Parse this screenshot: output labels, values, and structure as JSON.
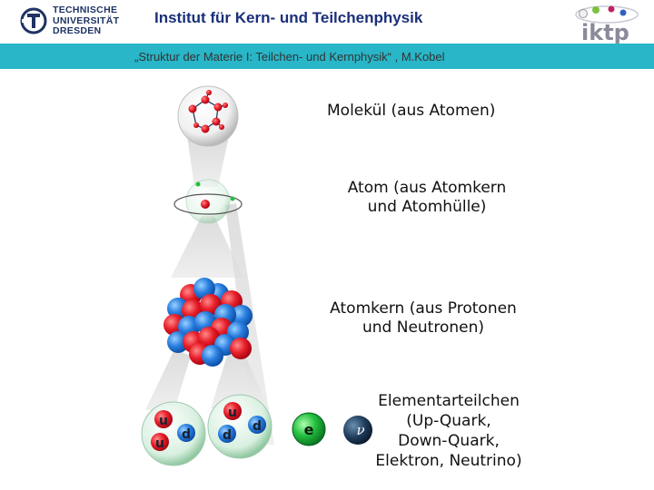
{
  "header": {
    "logo_lines": [
      "TECHNISCHE",
      "UNIVERSITÄT",
      "DRESDEN"
    ],
    "institute": "Institut für Kern- und Teilchenphysik",
    "iktp_logo": "iktp"
  },
  "subtitle": "„Struktur der Materie I: Teilchen- und Kernphysik“ , M.Kobel",
  "labels": {
    "molecule": "Molekül (aus Atomen)",
    "atom_l1": "Atom (aus Atomkern",
    "atom_l2": "und Atomhülle)",
    "nucleus_l1": "Atomkern (aus Protonen",
    "nucleus_l2": "und Neutronen)",
    "elem_l1": "Elementarteilchen",
    "elem_l2": "(Up-Quark,",
    "elem_l3": "Down-Quark,",
    "elem_l4": "Elektron, Neutrino)"
  },
  "particles": {
    "proton_quarks": [
      "u",
      "d",
      "u"
    ],
    "neutron_quarks": [
      "u",
      "d",
      "d"
    ],
    "electron": "e",
    "neutrino": "ν"
  },
  "colors": {
    "institute": "#1a2f7a",
    "band": "#28b6c8",
    "proton": "#e8202a",
    "neutron": "#2a7fe0",
    "electron": "#22c040",
    "neutrino": "#1e3a5a"
  }
}
